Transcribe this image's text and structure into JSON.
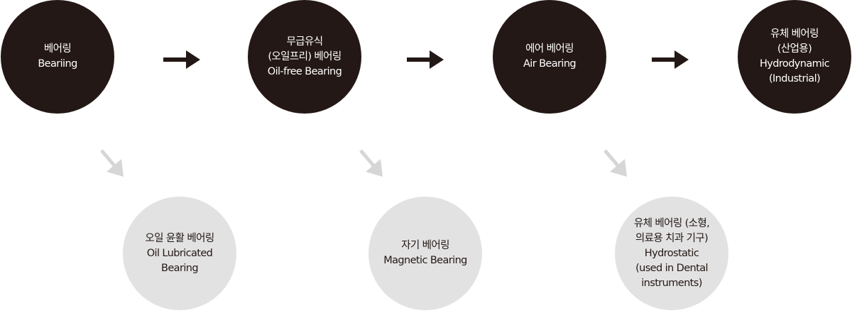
{
  "diagram": {
    "main_nodes": [
      {
        "id": "bearing",
        "lines": [
          "베어링",
          "Beariing"
        ]
      },
      {
        "id": "oil-free-bearing",
        "lines": [
          "무급유식",
          "(오일프리) 베어링",
          "Oil-free Bearing"
        ]
      },
      {
        "id": "air-bearing",
        "lines": [
          "에어 베어링",
          "Air Bearing"
        ]
      },
      {
        "id": "hydrodynamic-bearing",
        "lines": [
          "유체 베어링",
          "(산업용)",
          "Hydrodynamic",
          "(Industrial)"
        ]
      }
    ],
    "branch_nodes": [
      {
        "id": "oil-lubricated-bearing",
        "lines": [
          "오일 윤활 베어링",
          "Oil Lubricated",
          "Bearing"
        ]
      },
      {
        "id": "magnetic-bearing",
        "lines": [
          "자기 베어링",
          "Magnetic Bearing"
        ]
      },
      {
        "id": "hydrostatic-bearing",
        "lines": [
          "유체 베어링 (소형,",
          "의료용 치과 기구)",
          "Hydrostatic",
          "(used in Dental",
          "instruments)"
        ]
      }
    ],
    "colors": {
      "primary_fill": "#231815",
      "primary_text": "#ffffff",
      "secondary_fill": "#e2e2e2",
      "secondary_text": "#231815",
      "main_arrow": "#231815",
      "branch_arrow": "#d6d6d6"
    }
  }
}
